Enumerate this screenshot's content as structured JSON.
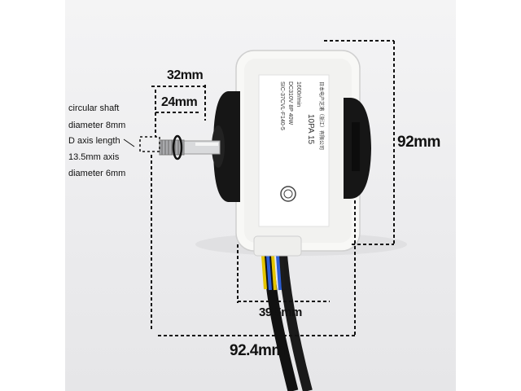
{
  "dimensions": {
    "shaft_total": "32mm",
    "shaft_inner": "24mm",
    "height": "92mm",
    "base_width": "39.5mm",
    "total_width": "92.4mm"
  },
  "notes": {
    "line1": "circular shaft",
    "line2": "diameter 8mm",
    "line3": "D axis length",
    "line4": "13.5mm axis",
    "line5": "diameter 6mm"
  },
  "label": {
    "model_line": "SIC-37CVL-F140-5",
    "spec_line": "DC310V  8P  40W",
    "rated_line": "1600r/min",
    "rating_code": "10PA  15",
    "maker_line": "日本电产芝浦（浙江）有限公司"
  },
  "colors": {
    "motor_body": "#f7f7f5",
    "bearing_black": "#161616",
    "dimension_line": "#111111"
  }
}
